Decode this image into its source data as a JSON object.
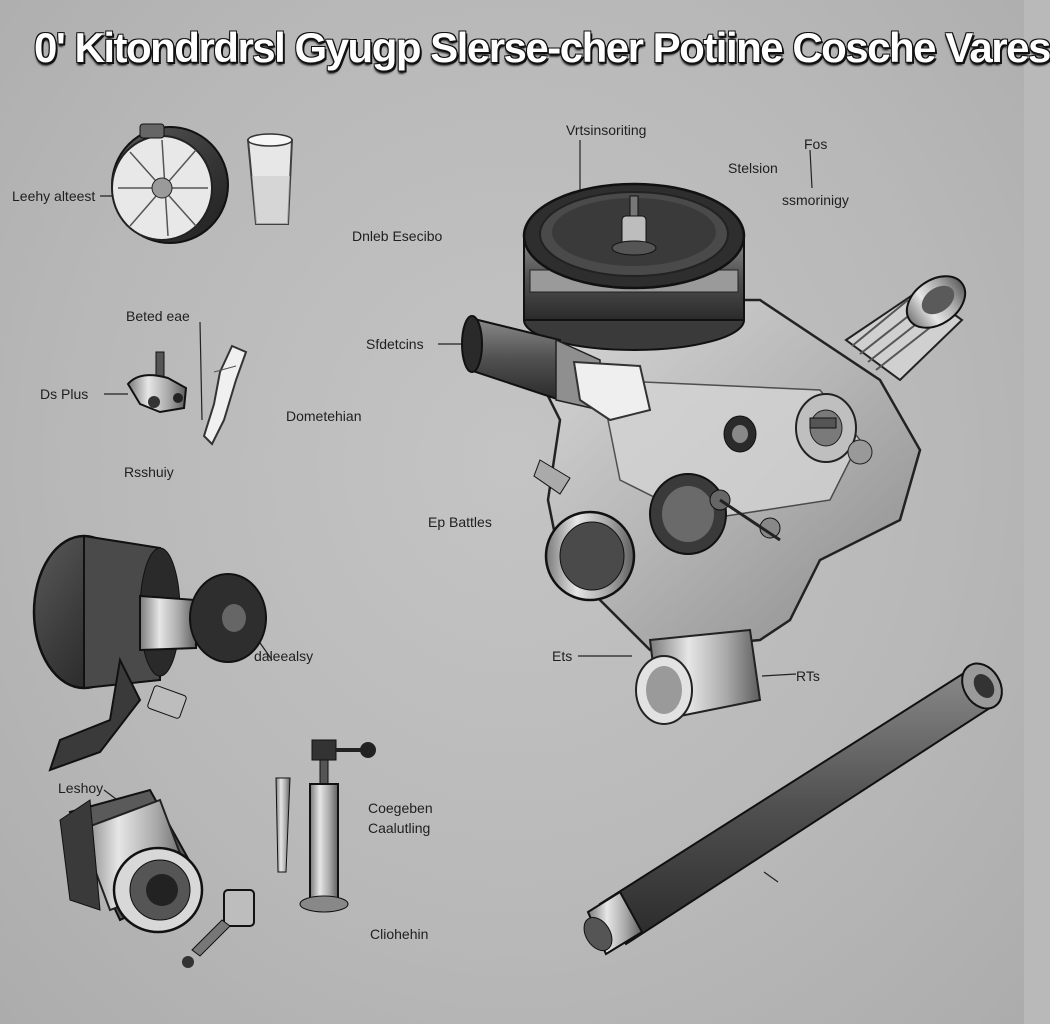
{
  "title": "0' Kitondrdrsl Gyugp Slerse-cher Potiine Cosche Vares",
  "labels": {
    "leehy_alteest": "Leehy alteest",
    "dnleb_esecibo": "Dnleb Esecibo",
    "beted_eae": "Beted eae",
    "ds_plus": "Ds Plus",
    "dometehian": "Dometehian",
    "rsshuiy": "Rsshuiy",
    "vrtsinsoriting": "Vrtsinsoriting",
    "stelsion": "Stelsion",
    "fos": "Fos",
    "ssmorinigy": "ssmorinigy",
    "sfdetcins": "Sfdetcins",
    "ep_battles": "Ep Battles",
    "dadealsy": "daleealsy",
    "ets_left": "Ets",
    "rts_right": "RTs",
    "leshoy": "Leshoy",
    "coegeben": "Coegeben",
    "caalutling": "Caalutling",
    "cliohehin": "Cliohehin"
  }
}
